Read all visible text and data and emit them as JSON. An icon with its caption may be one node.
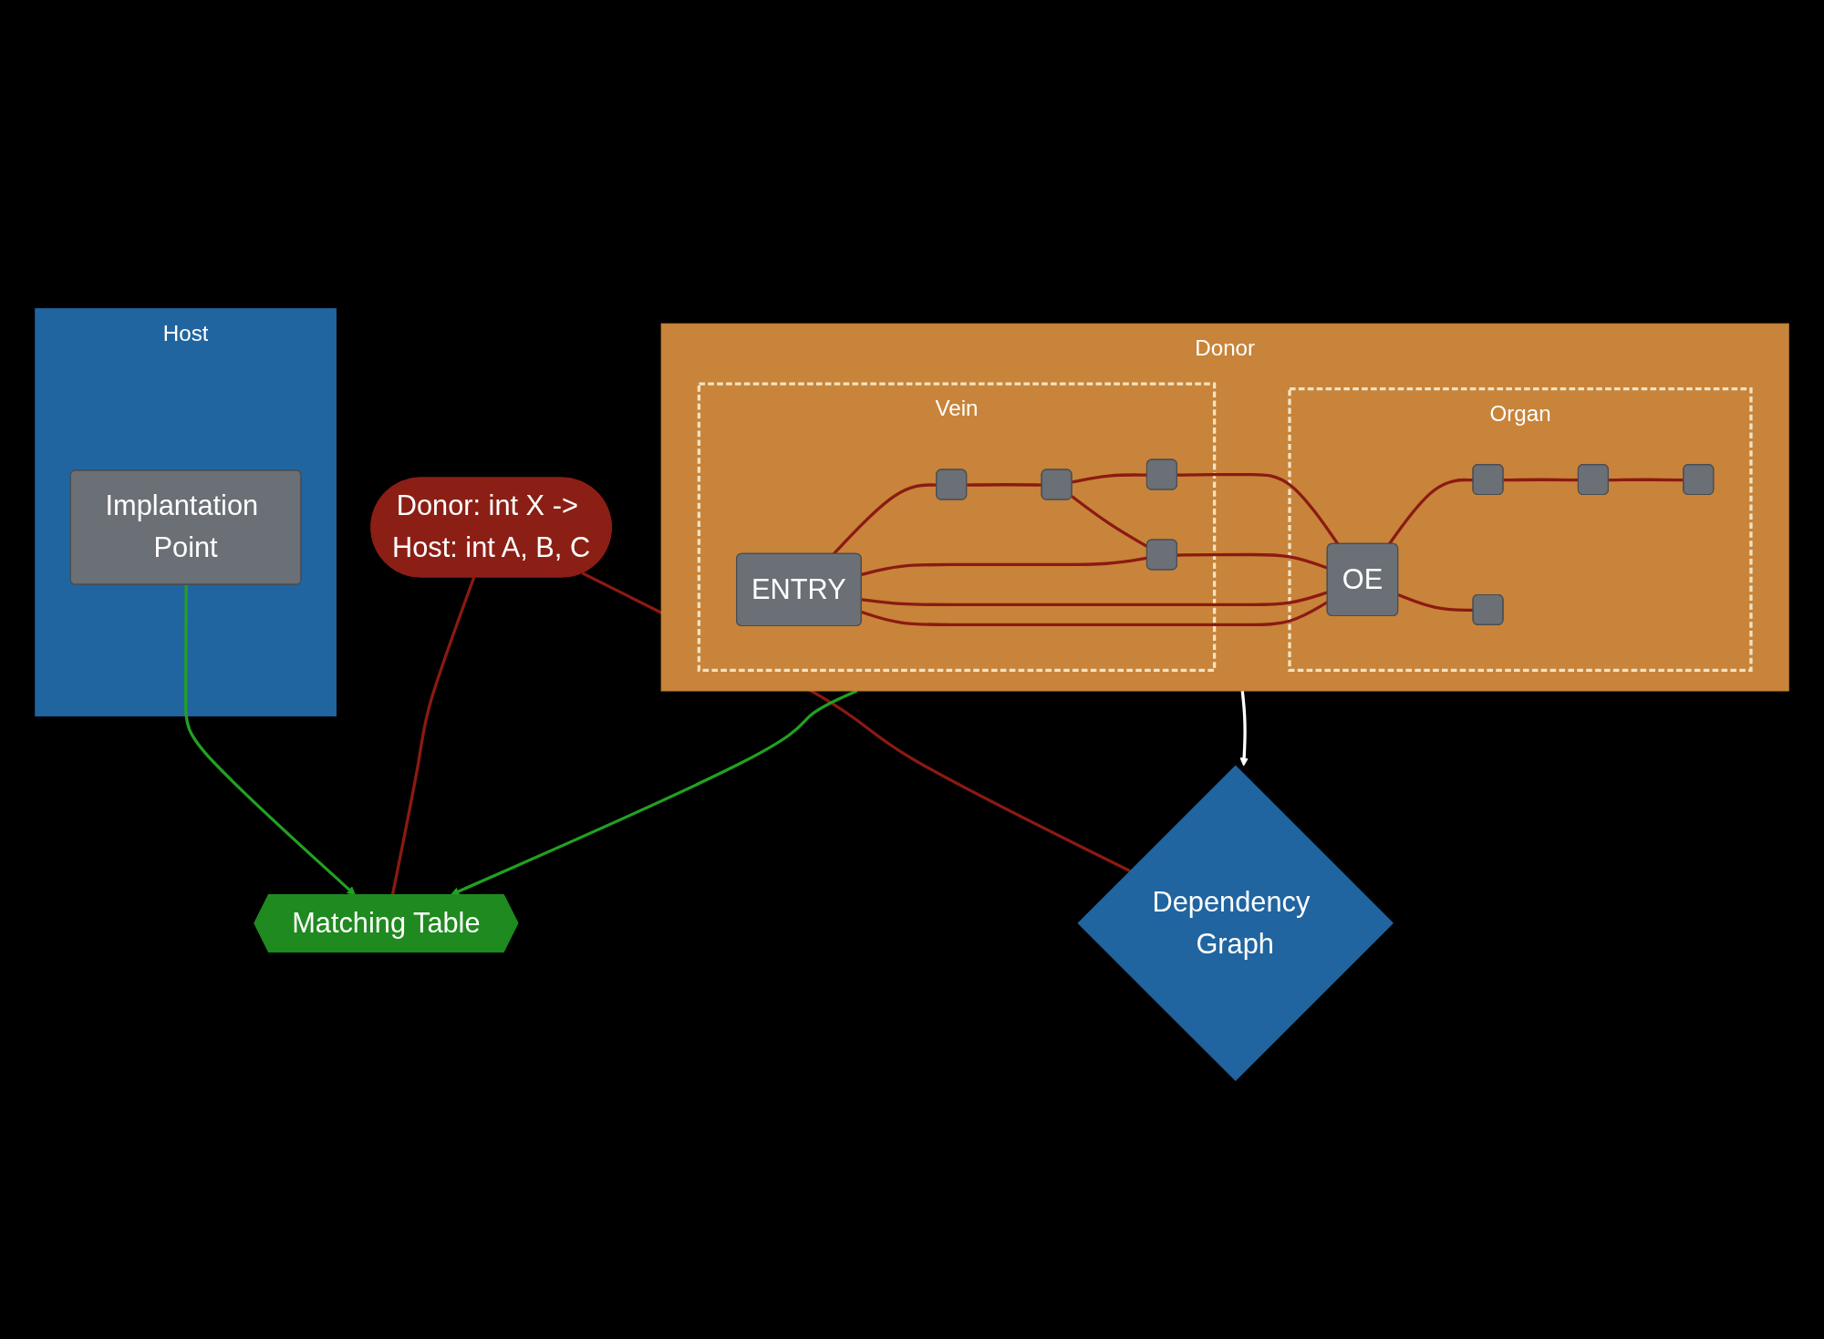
{
  "diagram": {
    "nodes": [
      {
        "text": [
          "Donor"
        ]
      },
      {
        "text": [
          "Vein"
        ],
        "in": 0
      },
      {
        "text": [
          "ENTRY"
        ],
        "in": 1
      },
      {
        "text": [],
        "shape": "box",
        "in": 1
      },
      {
        "text": [],
        "shape": "box",
        "in": 1
      },
      {
        "text": [],
        "shape": "box",
        "in": 1
      },
      {
        "text": [],
        "shape": "box",
        "in": 1
      },
      {
        "text": [
          "Organ"
        ],
        "in": 0
      },
      {
        "text": [
          "OE"
        ],
        "in": 7
      },
      {
        "text": [],
        "shape": "box",
        "in": 7
      },
      {
        "text": [],
        "shape": "box",
        "in": 7
      },
      {
        "text": [],
        "shape": "box",
        "in": 7
      },
      {
        "text": [],
        "shape": "box",
        "in": 7
      },
      {
        "text": [
          "Host"
        ]
      },
      {
        "text": [
          "Implantation Point"
        ],
        "in": 13
      },
      {
        "text": [
          "Matching Table"
        ]
      },
      {
        "text": [
          "Dependency Graph"
        ]
      },
      {
        "text": [
          "Donor: int X -> Host: int A, B, C"
        ]
      }
    ],
    "edges": [
      {
        "from": 2,
        "to": 3,
        "arrow": "none"
      },
      {
        "from": 3,
        "to": 4,
        "arrow": "none"
      },
      {
        "from": 4,
        "to": 5,
        "arrow": "none"
      },
      {
        "from": 4,
        "to": 6,
        "arrow": "none"
      },
      {
        "from": 6,
        "to": 8,
        "arrow": "none"
      },
      {
        "from": 2,
        "to": 5,
        "arrow": "none"
      },
      {
        "from": 5,
        "to": 8,
        "arrow": "none"
      },
      {
        "from": 2,
        "to": 8,
        "arrow": "none"
      },
      {
        "from": 2,
        "to": 8,
        "arrow": "none"
      },
      {
        "from": 8,
        "to": 9,
        "arrow": "none"
      },
      {
        "from": 9,
        "to": 10,
        "arrow": "none"
      },
      {
        "from": 10,
        "to": 11,
        "arrow": "none"
      },
      {
        "from": 8,
        "to": 12,
        "arrow": "none"
      },
      {
        "from": 0,
        "to": 15,
        "arrow": "to",
        "color": "#22a022"
      },
      {
        "from": 14,
        "to": 15,
        "arrow": "to",
        "color": "#22a022"
      },
      {
        "from": 0,
        "to": 16,
        "arrow": "to",
        "color": "#ffffff"
      },
      {
        "from": 17,
        "to": 15,
        "arrow": "none"
      },
      {
        "from": 17,
        "to": 16,
        "arrow": "none"
      }
    ]
  }
}
